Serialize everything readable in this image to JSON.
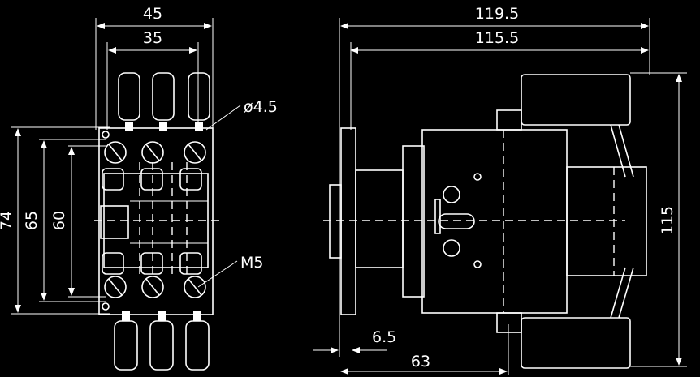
{
  "front_view": {
    "width_overall": "45",
    "width_mount": "35",
    "hole_dia": "ø4.5",
    "height_overall": "74",
    "height_mid": "65",
    "height_inner": "60",
    "screw": "M5"
  },
  "side_view": {
    "depth_overall": "119.5",
    "depth_mount": "115.5",
    "height": "115",
    "rail_offset": "6.5",
    "depth_low": "63"
  }
}
